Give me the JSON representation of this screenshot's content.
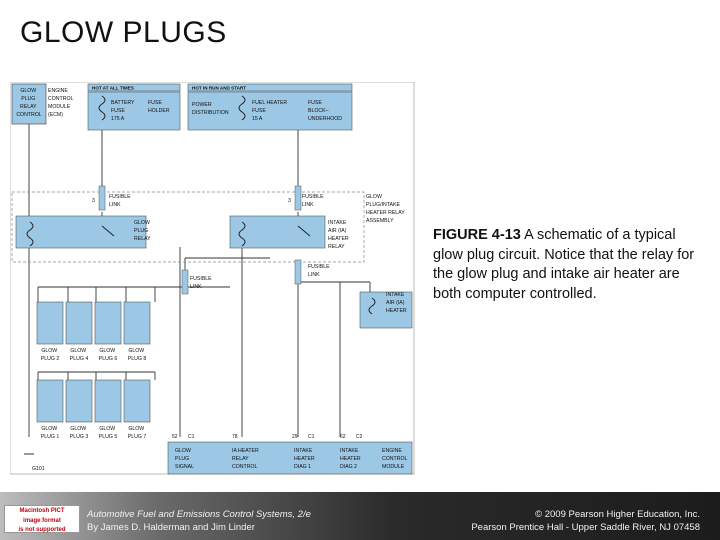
{
  "title": "GLOW PLUGS",
  "diagram": {
    "left_box": {
      "line1": "GLOW",
      "line2": "PLUG",
      "line3": "RELAY",
      "line4": "CONTROL"
    },
    "ecm_label": {
      "line1": "ENGINE",
      "line2": "CONTROL",
      "line3": "MODULE",
      "line4": "(ECM)"
    },
    "hot_at_all_times": "HOT AT ALL TIMES",
    "hot_in_run_start": "HOT IN RUN AND START",
    "battery_fuse": {
      "line1": "BATTERY",
      "line2": "FUSE",
      "line3": "175 A"
    },
    "fuse_holder": {
      "line1": "FUSE",
      "line2": "HOLDER"
    },
    "power_distribution": {
      "line1": "POWER",
      "line2": "DISTRIBUTION"
    },
    "fuel_heater_fuse": {
      "line1": "FUEL HEATER",
      "line2": "FUSE",
      "line3": "15 A"
    },
    "fuse_block": {
      "line1": "FUSE",
      "line2": "BLOCK–",
      "line3": "UNDERHOOD"
    },
    "fusible_link_left": {
      "pin": "3",
      "line1": "FUSIBLE",
      "line2": "LINK"
    },
    "fusible_link_mid": {
      "pin": "3",
      "line1": "FUSIBLE",
      "line2": "LINK"
    },
    "relay_assembly": {
      "line1": "GLOW",
      "line2": "PLUG/INTAKE",
      "line3": "HEATER RELAY",
      "line4": "ASSEMBLY"
    },
    "glow_plug_relay": {
      "line1": "GLOW",
      "line2": "PLUG",
      "line3": "RELAY"
    },
    "intake_heater_relay": {
      "line1": "INTAKE",
      "line2": "AIR (IA)",
      "line3": "HEATER",
      "line4": "RELAY"
    },
    "fusible_link_lower": {
      "line1": "FUSIBLE",
      "line2": "LINK"
    },
    "fusible_link_right": {
      "line1": "FUSIBLE",
      "line2": "LINK"
    },
    "intake_air_heater": {
      "line1": "INTAKE",
      "line2": "AIR (IA)",
      "line3": "HEATER"
    },
    "glow_plugs_top": [
      {
        "line1": "GLOW",
        "line2": "PLUG 2"
      },
      {
        "line1": "GLOW",
        "line2": "PLUG 4"
      },
      {
        "line1": "GLOW",
        "line2": "PLUG 6"
      },
      {
        "line1": "GLOW",
        "line2": "PLUG 8"
      }
    ],
    "glow_plugs_bottom": [
      {
        "line1": "GLOW",
        "line2": "PLUG 1"
      },
      {
        "line1": "GLOW",
        "line2": "PLUG 3"
      },
      {
        "line1": "GLOW",
        "line2": "PLUG 5"
      },
      {
        "line1": "GLOW",
        "line2": "PLUG 7"
      }
    ],
    "ground": "G101",
    "ecm_pins": [
      {
        "pin": "52",
        "conn": "C1",
        "line1": "GLOW",
        "line2": "PLUG",
        "line3": "SIGNAL"
      },
      {
        "pin": "78",
        "conn": "",
        "line1": "IA HEATER",
        "line2": "RELAY",
        "line3": "CONTROL"
      },
      {
        "pin": "29",
        "conn": "C1",
        "line1": "INTAKE",
        "line2": "HEATER",
        "line3": "DIAG 1"
      },
      {
        "pin": "62",
        "conn": "C2",
        "line1": "INTAKE",
        "line2": "HEATER",
        "line3": "DIAG 2"
      }
    ],
    "ecm_bottom": {
      "line1": "ENGINE",
      "line2": "CONTROL",
      "line3": "MODULE"
    }
  },
  "caption": {
    "label": "FIGURE 4-13",
    "text": " A schematic of a typical glow plug circuit. Notice that the relay for the glow plug and intake air heater are both computer controlled."
  },
  "footer": {
    "logo_line1": "Macintosh PICT",
    "logo_line2": "image format",
    "logo_line3": "is not supported",
    "book": "Automotive Fuel and Emissions Control Systems, 2/e",
    "authors": "By James D. Halderman and Jim Linder",
    "copyright": "© 2009 Pearson Higher Education, Inc.",
    "publisher": "Pearson Prentice Hall - Upper Saddle River, NJ 07458"
  },
  "colors": {
    "component_fill": "#9cc8e6",
    "wire": "#333333",
    "dash_box": "#888888"
  }
}
